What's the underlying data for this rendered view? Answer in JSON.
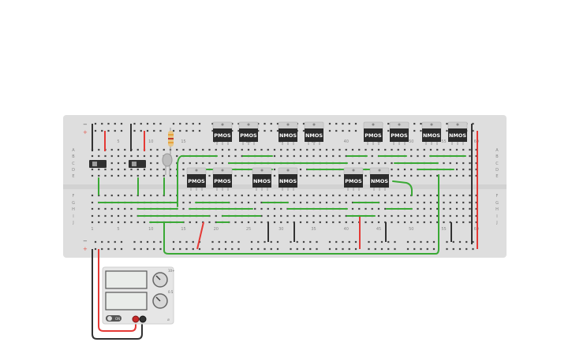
{
  "canvas": {
    "background": "#ffffff"
  },
  "breadboard": {
    "body_color": "#dedede",
    "rail_plus_label": "+",
    "rail_minus_label": "−",
    "rail_red_color": "#e2574c",
    "rail_black_color": "#333333",
    "column_labels": [
      "1",
      "5",
      "10",
      "15",
      "20",
      "25",
      "30",
      "35",
      "40",
      "45",
      "50",
      "55",
      "60"
    ],
    "row_labels_top": [
      "A",
      "B",
      "C",
      "D",
      "E"
    ],
    "row_labels_bottom": [
      "F",
      "G",
      "H",
      "I",
      "J"
    ]
  },
  "transistors": {
    "pmos_label": "PMOS",
    "nmos_label": "NMOS",
    "body_color": "#2b2b2b",
    "tab_color": "#cfcfcf",
    "top_row": [
      "PMOS",
      "PMOS",
      "NMOS",
      "NMOS",
      "PMOS",
      "PMOS",
      "NMOS",
      "NMOS"
    ],
    "bottom_row": [
      "PMOS",
      "PMOS",
      "NMOS",
      "NMOS",
      "PMOS",
      "NMOS"
    ]
  },
  "power_supply": {
    "readout_top": "",
    "readout_bottom": "",
    "knob_top_label": "10+",
    "knob_bottom_label": "0.5",
    "switch_label": "ON",
    "corner_label": "⌀",
    "terminal_positive_color": "#c62828",
    "terminal_negative_color": "#333333"
  },
  "wires": {
    "green": "#3aa935",
    "red": "#e53935",
    "black": "#333333"
  },
  "resistor": {
    "bands": [
      "#e6a23c",
      "#c0392b",
      "#e6a23c"
    ]
  }
}
